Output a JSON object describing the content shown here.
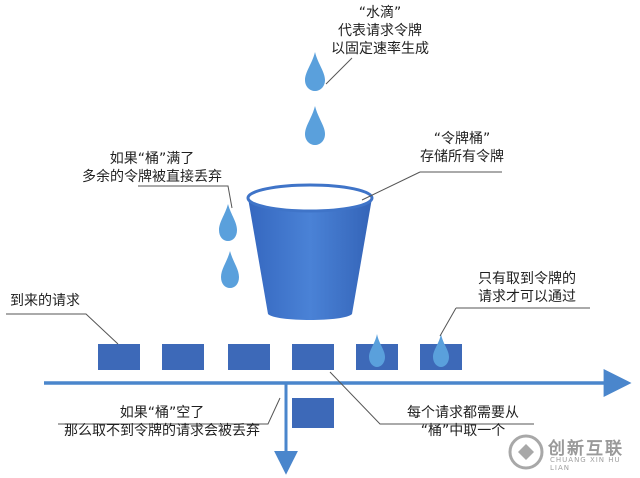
{
  "labels": {
    "water_drop": {
      "line1": "“水滴”",
      "line2": "代表请求令牌",
      "line3": "以固定速率生成"
    },
    "bucket_full": {
      "line1": "如果“桶”满了",
      "line2": "多余的令牌被直接丢弃"
    },
    "bucket": {
      "line1": "“令牌桶”",
      "line2": "存储所有令牌"
    },
    "arriving": {
      "line1": "到来的请求"
    },
    "passed": {
      "line1": "只有取到令牌的",
      "line2": "请求才可以通过"
    },
    "bucket_empty": {
      "line1": "如果“桶”空了",
      "line2": "那么取不到令牌的请求会被丢弃"
    },
    "each_request": {
      "line1": "每个请求都需要从",
      "line2": "“桶”中取一个"
    }
  },
  "watermark": {
    "name": "创新互联",
    "sub": "CHUANG XIN HU LIAN"
  },
  "colors": {
    "drop": "#5aa0dc",
    "box": "#3d69b8",
    "bucket": "#3f74c8",
    "bucket_rim": "#ffffff",
    "arrow": "#4a86cc",
    "leader": "#555555"
  }
}
